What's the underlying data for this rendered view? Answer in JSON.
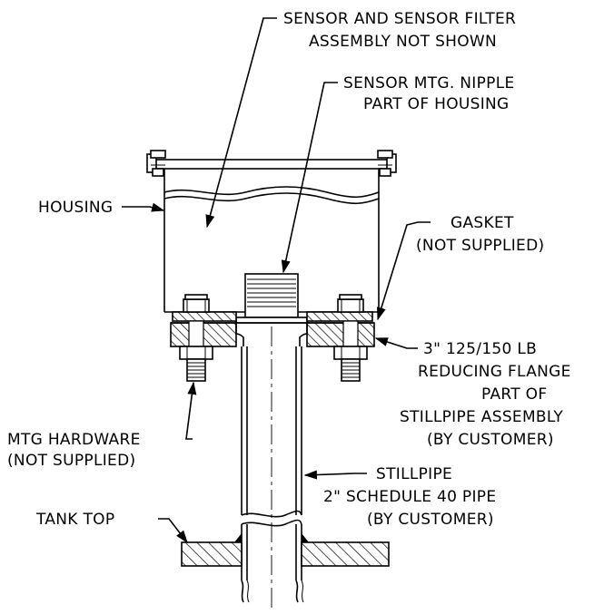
{
  "labels": {
    "sensor_assembly_1": "SENSOR AND SENSOR FILTER",
    "sensor_assembly_2": "ASSEMBLY NOT SHOWN",
    "nipple_1": "SENSOR MTG. NIPPLE",
    "nipple_2": "PART OF HOUSING",
    "housing": "HOUSING",
    "gasket_1": "GASKET",
    "gasket_2": "(NOT SUPPLIED)",
    "flange_1": "3\" 125/150 LB",
    "flange_2": "REDUCING FLANGE",
    "flange_3": "PART OF",
    "flange_4": "STILLPIPE ASSEMBLY",
    "flange_5": "(BY CUSTOMER)",
    "hardware_1": "MTG HARDWARE",
    "hardware_2": "(NOT SUPPLIED)",
    "stillpipe_1": "STILLPIPE",
    "stillpipe_2": "2\" SCHEDULE 40 PIPE",
    "stillpipe_3": "(BY CUSTOMER)",
    "tank_top": "TANK TOP"
  }
}
